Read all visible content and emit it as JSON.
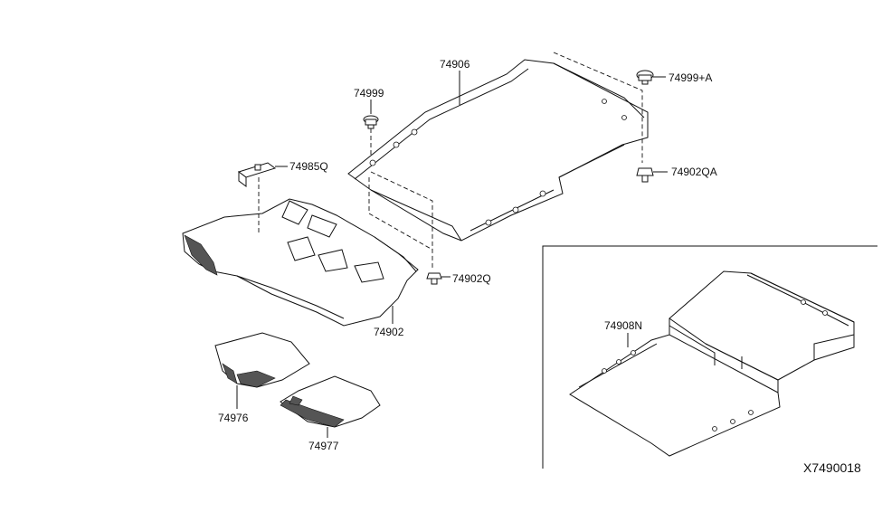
{
  "diagram": {
    "part_labels": {
      "p74906": "74906",
      "p74999": "74999",
      "p74999a": "74999+A",
      "p74985q": "74985Q",
      "p74902qa": "74902QA",
      "p74902q": "74902Q",
      "p74902": "74902",
      "p74908n": "74908N",
      "p74976": "74976",
      "p74977": "74977"
    },
    "diagram_code": "X7490018"
  }
}
